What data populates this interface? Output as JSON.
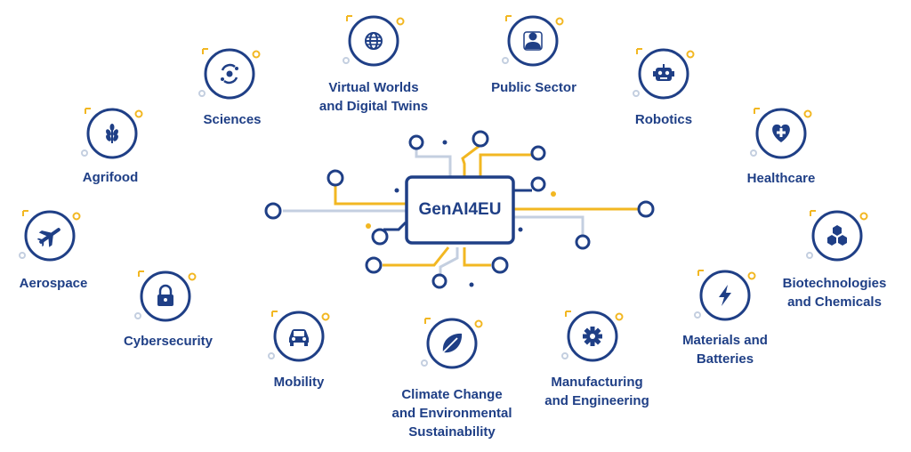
{
  "core": {
    "label": "GenAI4EU"
  },
  "colors": {
    "primary": "#1f3f86",
    "accent": "#f2b722",
    "muted": "#c4cfe0",
    "fill": "#ffffff"
  },
  "domains": [
    {
      "id": "virtual-worlds",
      "label": "Virtual Worlds\nand Digital Twins",
      "icon": "globe-icon"
    },
    {
      "id": "public-sector",
      "label": "Public Sector",
      "icon": "person-icon"
    },
    {
      "id": "sciences",
      "label": "Sciences",
      "icon": "atom-icon"
    },
    {
      "id": "robotics",
      "label": "Robotics",
      "icon": "robot-icon"
    },
    {
      "id": "agrifood",
      "label": "Agrifood",
      "icon": "wheat-icon"
    },
    {
      "id": "healthcare",
      "label": "Healthcare",
      "icon": "heart-cross-icon"
    },
    {
      "id": "aerospace",
      "label": "Aerospace",
      "icon": "airplane-icon"
    },
    {
      "id": "biotech",
      "label": "Biotechnologies\nand Chemicals",
      "icon": "hexagons-icon"
    },
    {
      "id": "cybersecurity",
      "label": "Cybersecurity",
      "icon": "lock-icon"
    },
    {
      "id": "materials",
      "label": "Materials and\nBatteries",
      "icon": "lightning-icon"
    },
    {
      "id": "mobility",
      "label": "Mobility",
      "icon": "car-icon"
    },
    {
      "id": "climate",
      "label": "Climate Change\nand Environmental\nSustainability",
      "icon": "leaf-icon"
    },
    {
      "id": "manufacturing",
      "label": "Manufacturing\nand Engineering",
      "icon": "gear-icon"
    }
  ]
}
